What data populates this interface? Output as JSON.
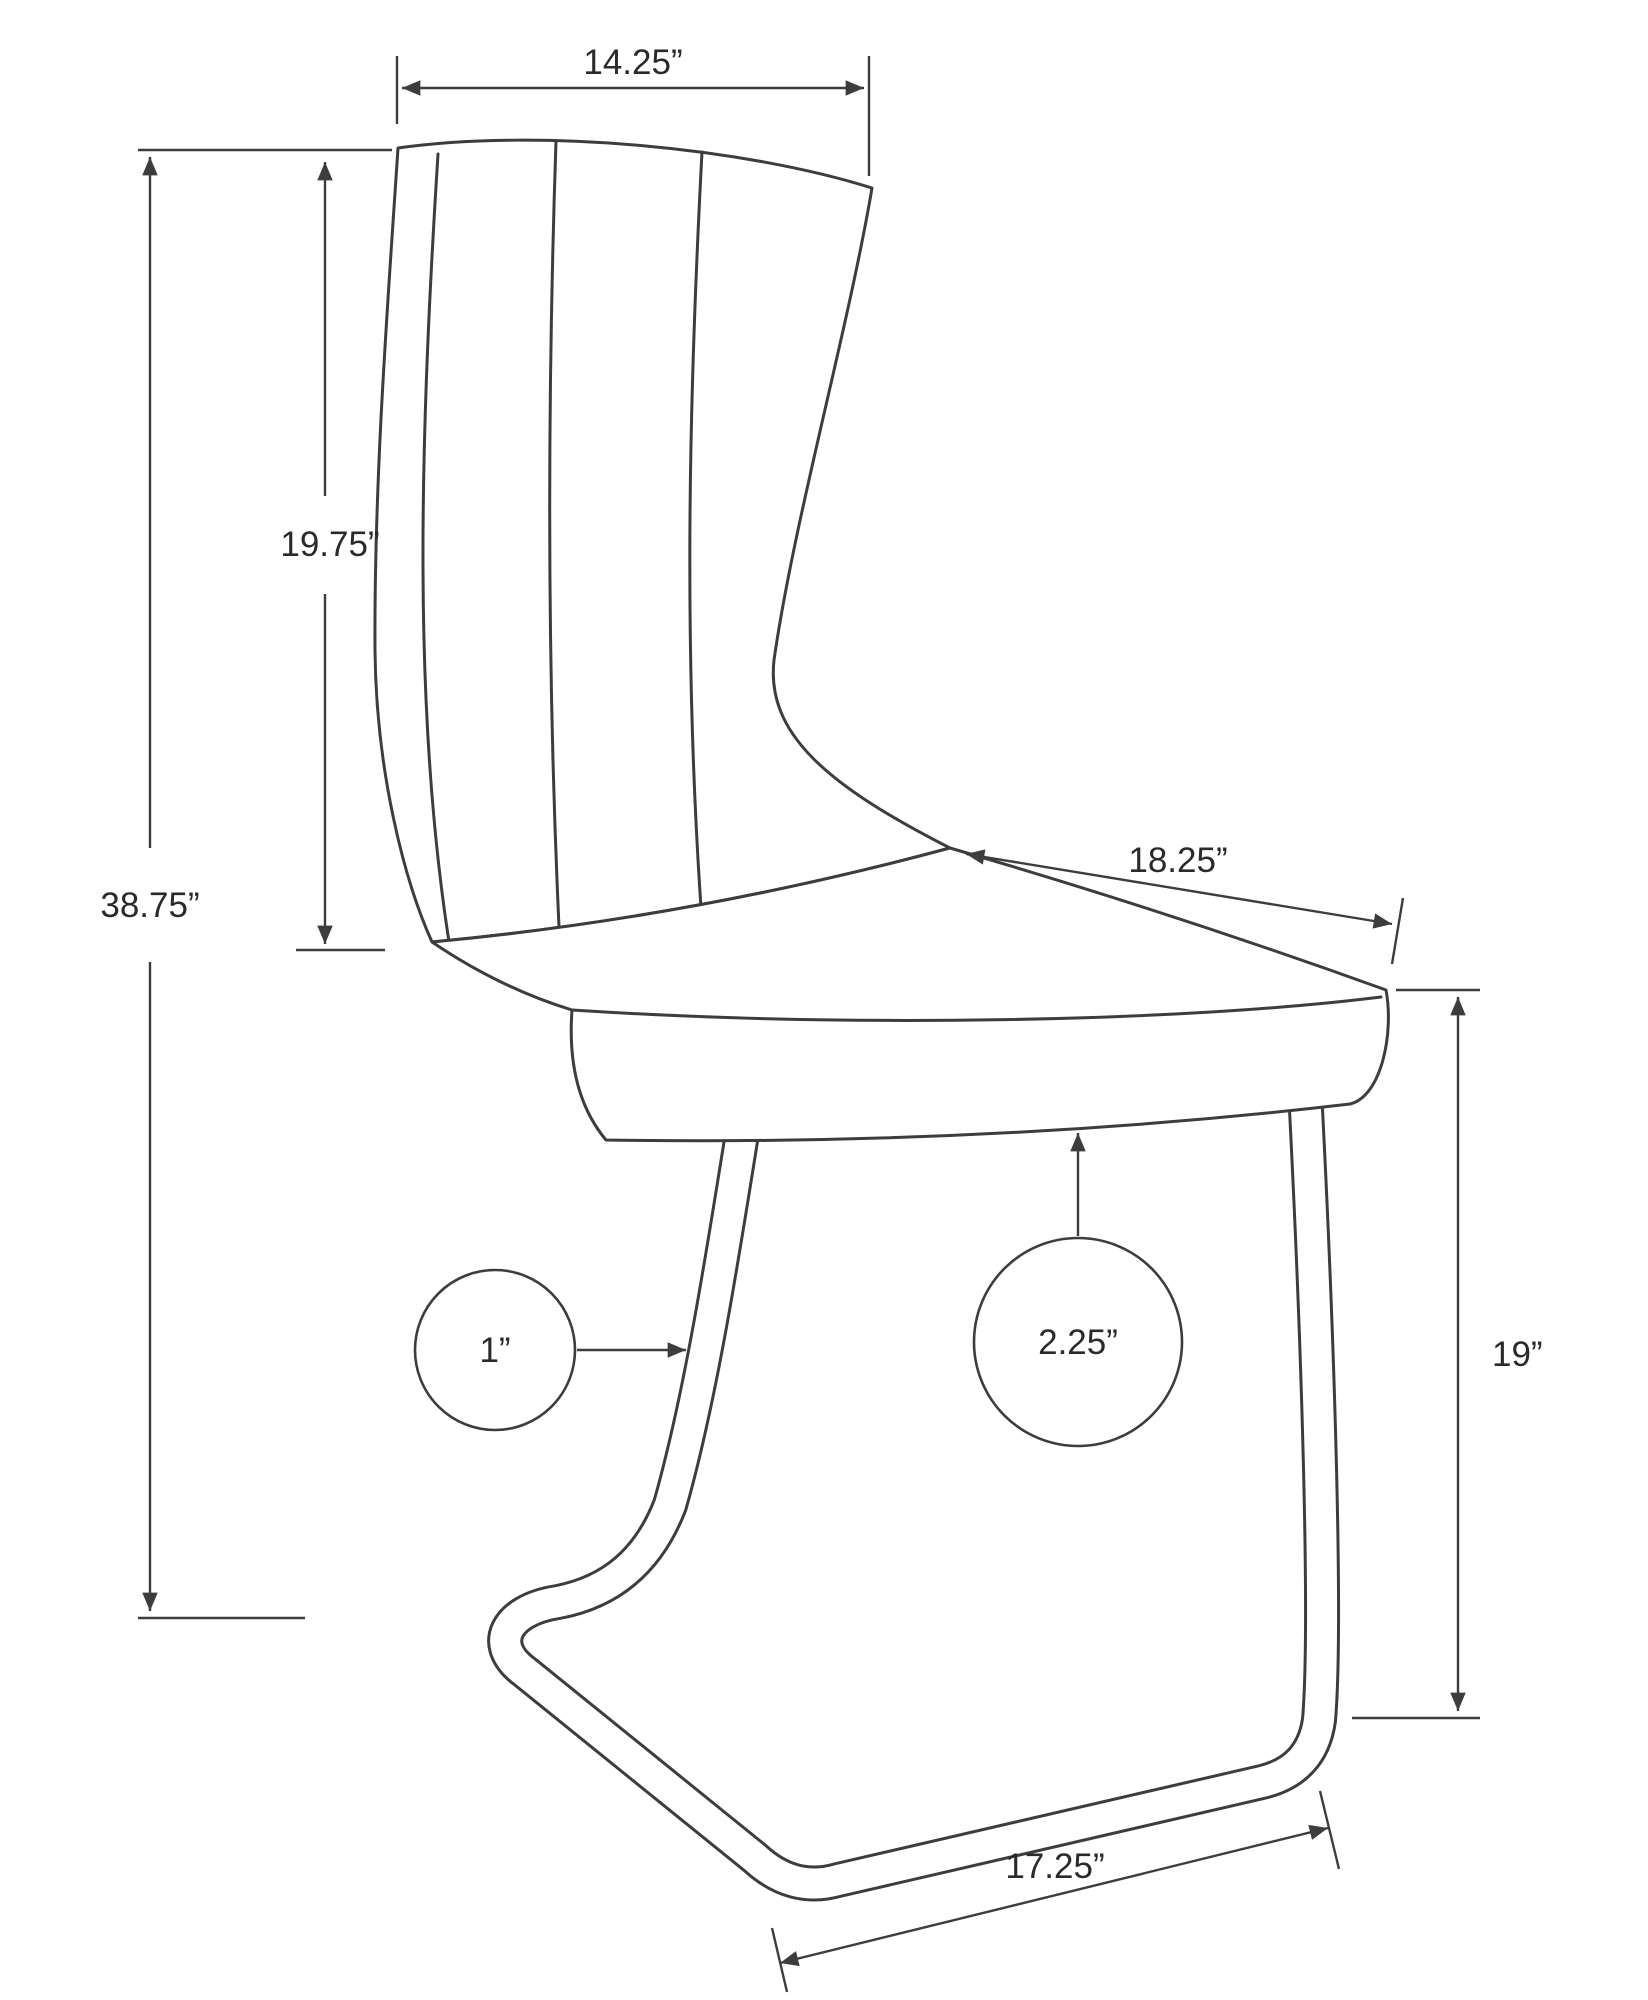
{
  "diagram": {
    "subject": "dining chair dimension drawing",
    "dimensions": {
      "top_width": "14.25”",
      "backrest_height": "19.75”",
      "overall_height": "38.75”",
      "seat_depth": "18.25”",
      "seat_height": "19”",
      "base_depth": "17.25”",
      "tube_diameter": "1”",
      "seat_thickness": "2.25”"
    },
    "colors": {
      "line": "#3d3d3d",
      "text": "#2a2a2a",
      "background": "#ffffff"
    }
  }
}
